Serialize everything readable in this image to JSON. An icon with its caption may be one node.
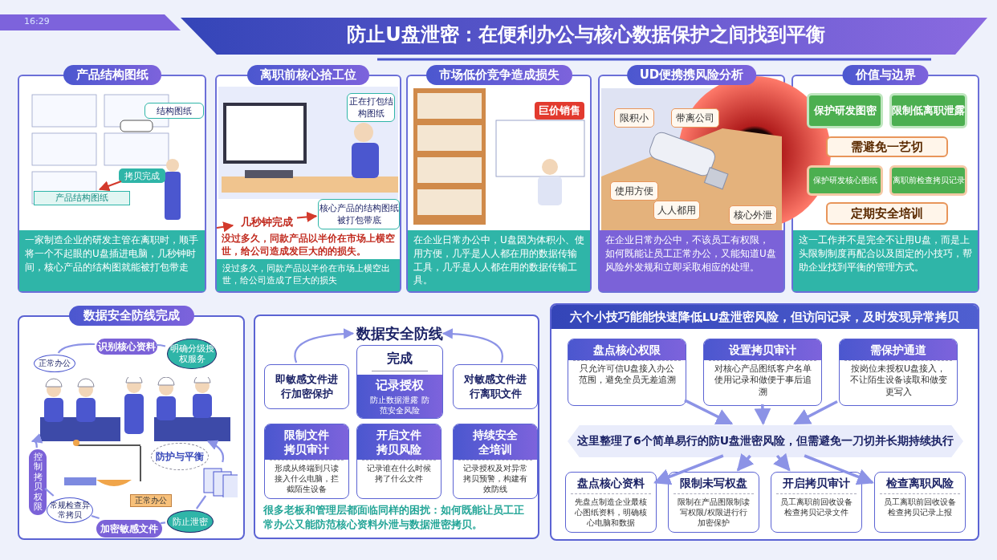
{
  "diagram": {
    "title": "防止U盘泄密：在便利办公与核心数据保护之间找到平衡",
    "nodes": [
      {
        "text": [
          "产品结构图纸",
          "一家制造企业的研发主管在离职时，顺手将一个不起眼的U盘插进电脑，几秒钟时间，核心产品的结构图就能被打包带走"
        ]
      },
      {
        "text": [
          "结构图纸"
        ],
        "in": 0
      },
      {
        "text": [
          "拷贝完成"
        ],
        "in": 0
      },
      {
        "text": [
          "产品结构图纸"
        ],
        "in": 0
      },
      {
        "text": [
          "离职前核心拾工位",
          "没过多久，同款产品以半价在市场上横空世，给公司造成发巨大的的损失。",
          "没过多久，同款产品以半价在市场上横空出世，给公司造成了巨大的损失"
        ]
      },
      {
        "text": [
          "正在打包结构图纸"
        ],
        "in": 4
      },
      {
        "text": [
          "核心产品的结构图纸被打包带底"
        ],
        "in": 4
      },
      {
        "text": [
          "几秒钟完成"
        ],
        "in": 4
      },
      {
        "text": [
          "市场低价竞争造成损失",
          "在企业日常办公中，U盘因为体积小、使用方便，几乎是人人都在用的数据传输工具，几乎是人人都在用的数据传输工具。"
        ]
      },
      {
        "text": [
          "巨价销售"
        ],
        "in": 8
      },
      {
        "text": [
          "UD便携携风险分析",
          "在企业日常办公中，不该员工有权限，如何既能让员工正常办公，又能知道U盘风险外发规和立即采取相应的处理。"
        ]
      },
      {
        "text": [
          "限积小"
        ],
        "in": 10
      },
      {
        "text": [
          "带离公司"
        ],
        "in": 10
      },
      {
        "text": [
          "使用方便"
        ],
        "in": 10
      },
      {
        "text": [
          "人人都用"
        ],
        "in": 10
      },
      {
        "text": [
          "核心外泄"
        ],
        "in": 10
      },
      {
        "text": [
          "价值与边界",
          "这一工作并不是完全不让用U盘，而是上头限制制度再配合以及固定的小技巧，帮助企业找到平衡的管理方式。"
        ]
      },
      {
        "text": [
          "保护研发图密"
        ],
        "in": 16
      },
      {
        "text": [
          "限制低离职泄露"
        ],
        "in": 16
      },
      {
        "text": [
          "需避免一艺切"
        ],
        "in": 16
      },
      {
        "text": [
          "保护研发核心图纸"
        ],
        "in": 16
      },
      {
        "text": [
          "离职前检查拷贝记录"
        ],
        "in": 16
      },
      {
        "text": [
          "定期安全培训"
        ],
        "in": 16
      },
      {
        "text": [
          "数据安全防线完成"
        ]
      },
      {
        "text": [
          "识别核心资料"
        ],
        "in": 23
      },
      {
        "text": [
          "明确分级授权服务"
        ],
        "in": 23
      },
      {
        "text": [
          "正常办公"
        ],
        "in": 23
      },
      {
        "text": [],
        "shape": "picture",
        "in": 23
      },
      {
        "text": [
          "控制拷贝权限"
        ],
        "in": 23
      },
      {
        "text": [
          "常规检查异常拷贝"
        ],
        "in": 23
      },
      {
        "text": [
          "加密敏感文件"
        ],
        "in": 23
      },
      {
        "text": [
          "防止泄密"
        ],
        "in": 23
      },
      {
        "text": [],
        "shape": "picture",
        "in": 23
      },
      {
        "text": [
          "防护与平衡"
        ],
        "in": 23
      },
      {
        "text": [
          "正常办公"
        ],
        "in": 23
      },
      {
        "text": [
          "很多老板和管理层都面临同样的困扰：如何既能让员工正常办公又能防范核心资料外泄与数据泄密拷贝。"
        ]
      },
      {
        "text": [
          "数据安全防线"
        ],
        "in": 35
      },
      {
        "text": [
          "完成",
          "记录授权",
          "防止数据泄露 防范安全风险"
        ],
        "in": 35
      },
      {
        "text": [
          "即敏感文件进行加密保护"
        ],
        "in": 35
      },
      {
        "text": [
          "对敏感文件进行离职文件"
        ],
        "in": 35
      },
      {
        "text": [
          "限制文件拷贝审计",
          "形成从终端到只读接入什么电脑，拦截陌生设备"
        ],
        "in": 35
      },
      {
        "text": [
          "开启文件拷贝风险",
          "记录谁在什么时候拷了什么文件"
        ],
        "in": 35
      },
      {
        "text": [
          "持续安全全培训",
          "记录授权及对异常拷贝预警，构建有效防线"
        ],
        "in": 35
      },
      {
        "text": [
          "六个小技巧能能快速降低LU盘泄密风险，但访问记录，及时发现异常拷贝"
        ]
      },
      {
        "text": [
          "盘点核心权限",
          "只允许可信U盘接入办公范围，避免全员无差追溯"
        ],
        "in": 43
      },
      {
        "text": [
          "设置拷贝审计",
          "对核心产品图纸客户名单使用记录和做便于事后追溯"
        ],
        "in": 43
      },
      {
        "text": [
          "需保护通道",
          "按岗位未授权U盘接入，不让陌生设备读取和做变更写入"
        ],
        "in": 43
      },
      {
        "text": [
          "这里整理了6个简单易行的防U盘泄密风险，但需避免一刀切并长期持续执行"
        ],
        "in": 43
      },
      {
        "text": [
          "盘点核心资料",
          "先盘点制造企业最核心图纸资料，明确核心电脑和数据"
        ],
        "in": 43
      },
      {
        "text": [
          "限制未写权盘",
          "限制在产品图限制读写权限/权限进行行加密保护"
        ],
        "in": 43
      },
      {
        "text": [
          "开启拷贝审计",
          "员工离职前回收设备检查拷贝记录文件"
        ],
        "in": 43
      },
      {
        "text": [
          "检查离职风险",
          "员工离职前回收设备检查拷贝记录上报"
        ],
        "in": 43
      }
    ],
    "edges": [
      {
        "from": null,
        "to": 7,
        "arrow": "to",
        "color": "#d33a2c"
      },
      {
        "from": 7,
        "to": 6,
        "arrow": "to",
        "color": "#d33a2c"
      },
      {
        "from": 2,
        "to": 3,
        "arrow": "to",
        "color": "#d33a2c"
      },
      {
        "from": 26,
        "to": 24,
        "arrow": "none"
      },
      {
        "from": 24,
        "to": 25,
        "arrow": "none"
      },
      {
        "from": 28,
        "to": 27,
        "arrow": "to"
      },
      {
        "from": 32,
        "to": 27,
        "arrow": "to"
      },
      {
        "from": 31,
        "to": 32,
        "arrow": "none"
      },
      {
        "from": 30,
        "to": 31,
        "arrow": "none"
      },
      {
        "from": 29,
        "to": 30,
        "arrow": "none"
      },
      {
        "from": 28,
        "to": 29,
        "arrow": "none"
      },
      {
        "from": 38,
        "to": 36,
        "arrow": "to"
      },
      {
        "from": 39,
        "to": 36,
        "arrow": "to"
      },
      {
        "from": 44,
        "to": 47,
        "arrow": "to"
      },
      {
        "from": 45,
        "to": 47,
        "arrow": "to"
      },
      {
        "from": 46,
        "to": 47,
        "arrow": "to"
      },
      {
        "from": 47,
        "to": 48,
        "arrow": "to"
      },
      {
        "from": 47,
        "to": 49,
        "arrow": "to"
      },
      {
        "from": 47,
        "to": 50,
        "arrow": "to"
      },
      {
        "from": 47,
        "to": 51,
        "arrow": "to"
      }
    ],
    "labels": [
      "16:29"
    ]
  }
}
